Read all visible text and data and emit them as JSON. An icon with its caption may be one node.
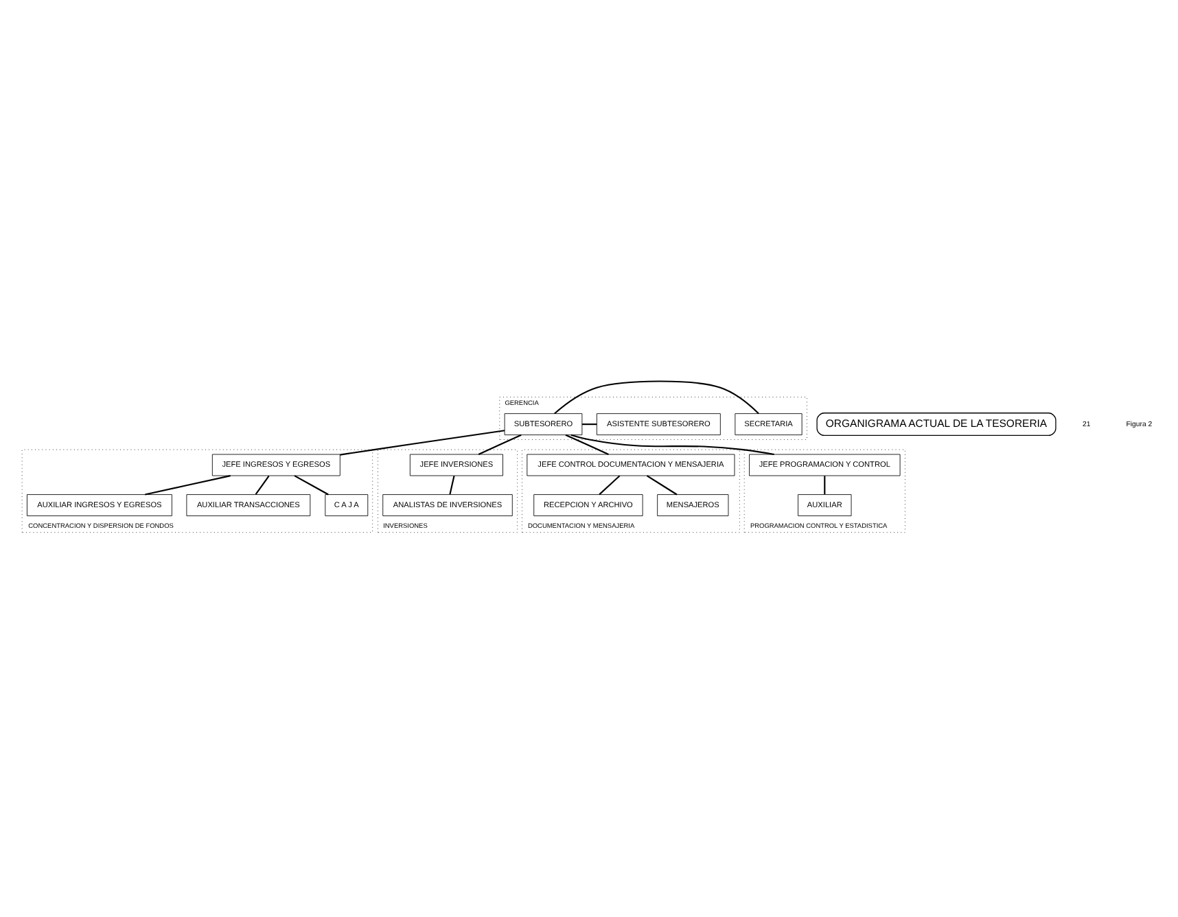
{
  "diagram": {
    "nodes": [
      {
        "text": [
          "GERENCIA"
        ]
      },
      {
        "text": [
          "SUBTESORERO"
        ],
        "in": 0
      },
      {
        "text": [
          "SECRETARIA"
        ],
        "in": 0
      },
      {
        "text": [
          "ASISTENTE SUBTESORERO"
        ],
        "in": 0
      },
      {
        "text": [
          "CONCENTRACION Y DISPERSION DE FONDOS"
        ]
      },
      {
        "text": [
          "JEFE INGRESOS Y EGRESOS"
        ],
        "in": 4
      },
      {
        "text": [
          "AUXILIAR INGRESOS Y EGRESOS"
        ],
        "in": 4
      },
      {
        "text": [
          "AUXILIAR TRANSACCIONES"
        ],
        "in": 4
      },
      {
        "text": [
          "C A J A"
        ],
        "in": 4
      },
      {
        "text": [
          "INVERSIONES"
        ]
      },
      {
        "text": [
          "JEFE INVERSIONES"
        ],
        "in": 9
      },
      {
        "text": [
          "ANALISTAS DE INVERSIONES"
        ],
        "in": 9
      },
      {
        "text": [
          "DOCUMENTACION Y MENSAJERIA"
        ]
      },
      {
        "text": [
          "JEFE CONTROL DOCUMENTACION Y MENSAJERIA"
        ],
        "in": 12
      },
      {
        "text": [
          "RECEPCION Y ARCHIVO"
        ],
        "in": 12
      },
      {
        "text": [
          "MENSAJEROS"
        ],
        "in": 12
      },
      {
        "text": [
          "PROGRAMACION CONTROL Y ESTADISTICA"
        ]
      },
      {
        "text": [
          "JEFE PROGRAMACION Y CONTROL"
        ],
        "in": 16
      },
      {
        "text": [
          "AUXILIAR"
        ],
        "in": 16
      },
      {
        "text": [
          "ORGANIGRAMA ACTUAL DE LA TESORERIA"
        ]
      }
    ],
    "edges": [
      {
        "from": 1,
        "to": 2,
        "arrow": "none"
      },
      {
        "from": 1,
        "to": 3,
        "arrow": "none"
      },
      {
        "from": 1,
        "to": 5,
        "arrow": "none"
      },
      {
        "from": 1,
        "to": 10,
        "arrow": "none"
      },
      {
        "from": 1,
        "to": 13,
        "arrow": "none"
      },
      {
        "from": 1,
        "to": 17,
        "arrow": "none"
      },
      {
        "from": 5,
        "to": 6,
        "arrow": "none"
      },
      {
        "from": 5,
        "to": 7,
        "arrow": "none"
      },
      {
        "from": 5,
        "to": 8,
        "arrow": "none"
      },
      {
        "from": 10,
        "to": 11,
        "arrow": "none"
      },
      {
        "from": 13,
        "to": 14,
        "arrow": "none"
      },
      {
        "from": 13,
        "to": 15,
        "arrow": "none"
      },
      {
        "from": 17,
        "to": 18,
        "arrow": "none"
      }
    ],
    "labels": [
      "21",
      "Figura 2"
    ]
  }
}
